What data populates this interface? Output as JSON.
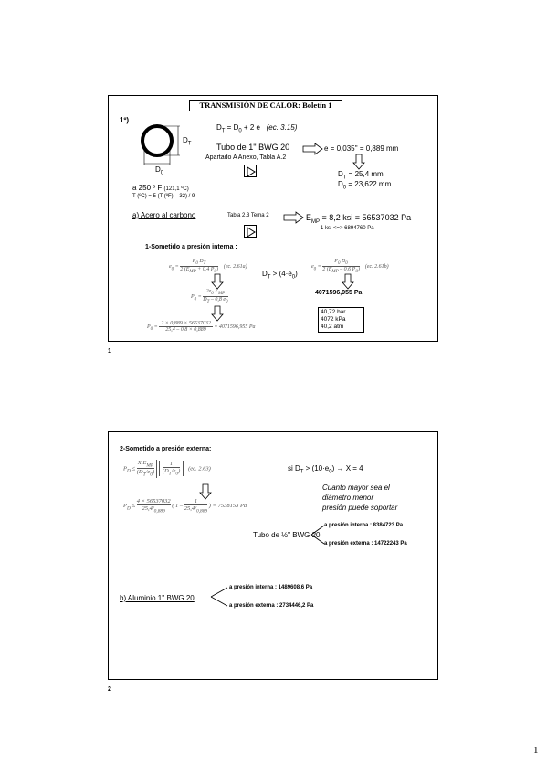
{
  "slide1": {
    "title": "TRANSMISIÓN DE CALOR: Boletín 1",
    "item": "1º)",
    "dt_label": "D",
    "dt_sub": "T",
    "d0_label": "D",
    "d0_sub": "0",
    "formula_dt": "D",
    "formula_dt_sub": "T",
    "formula_dt_mid": " = D",
    "formula_d0_sub": "0",
    "formula_dt_tail": " + 2 e",
    "formula_dt_ref": "(ec. 3.15)",
    "tube": "Tubo de 1'' BWG 20",
    "annex": "Apartado A Anexo, Tabla A.2",
    "thickness": "e = 0,035'' = 0,889 mm",
    "dt_value_pre": "D",
    "dt_value_sub": "T",
    "dt_value": " = 25,4 mm",
    "d0_value_pre": "D",
    "d0_value_sub": "0",
    "d0_value": " = 23,622 mm",
    "temperature_main": "a 250 º F",
    "temperature_c": "(121,1 ºC)",
    "conversion": "T (ºC) = 5 (T (ºF) – 32) / 9",
    "section_a": "a) Acero al carbono",
    "tabla": "Tabla 2.3 Tema 2",
    "emp_pre": "E",
    "emp_sub": "MP",
    "emp_value": " = 8,2 ksi  = 56537032 Pa",
    "ksi_conv": "1 ksi <=> 6894760 Pa",
    "internal": "1-Sometido a presión interna :",
    "eq1_lhs": "e",
    "eq1_lhs_sub": "0",
    "eq1_num": "P",
    "eq1_num_sub": "0",
    "eq1_num2": " D",
    "eq1_num2_sub": "T",
    "eq1_den": "2 (E",
    "eq1_den_sub": "MP",
    "eq1_den2": " + 0,4 P",
    "eq1_den2_sub": "0",
    "eq1_den3": ")",
    "eq1_ref": "(ec. 2.61a)",
    "eq2_lhs": "e",
    "eq2_lhs_sub": "0",
    "eq2_num": "P",
    "eq2_num_sub": "0",
    "eq2_num2": " D",
    "eq2_num2_sub": "0",
    "eq2_den": "2 (E",
    "eq2_den_sub": "MP",
    "eq2_den2": " – 0,6 P",
    "eq2_den2_sub": "0",
    "eq2_den3": ")",
    "eq2_ref": "(ec. 2.61b)",
    "condition_pre": "D",
    "condition_sub": "T",
    "condition": " > (4·e",
    "condition_sub2": "0",
    "condition_end": ")",
    "p0_formula_lhs": "P",
    "p0_formula_sub": "0",
    "p0_formula_num": "2e",
    "p0_formula_num_sub": "0",
    "p0_formula_num2": " E",
    "p0_formula_num2_sub": "MP",
    "p0_formula_den": "D",
    "p0_formula_den_sub": "T",
    "p0_formula_den2": " – 0,8 e",
    "p0_formula_den2_sub": "0",
    "p0_calc_lhs": "P",
    "p0_calc_sub": "0",
    "p0_calc_num": "2 × 0,889 × 56537032",
    "p0_calc_den": "25,4 – 0,8 × 0,889",
    "p0_calc_result": "= 4071596,955 Pa",
    "p0_right_value": "4071596,955 Pa",
    "results": [
      "40,72 bar",
      "4072 kPa",
      "40,2 atm"
    ],
    "page_number": "1"
  },
  "slide2": {
    "external": "2-Sometido a presión externa:",
    "eq_lhs": "P",
    "eq_lhs_sub": "D",
    "eq_num": "X E",
    "eq_num_sub": "MP",
    "eq_den": "(D",
    "eq_den_sub": "T",
    "eq_den2": "/e",
    "eq_den_sub2": "0",
    "eq_den3": ")",
    "eq_one": "1",
    "eq_ref": "(ec. 2.63)",
    "si_pre": "si D",
    "si_sub": "T",
    "si_mid": " > (10·e",
    "si_sub2": "0",
    "si_end": ") → X = 4",
    "calc_lhs": "P",
    "calc_lhs_sub": "D",
    "calc_num": "4 × 56537032",
    "calc_den": "25,4/",
    "calc_den_sub": "0,889",
    "calc_one": "1",
    "calc_den_b": "25,4/",
    "calc_den_b_sub": "0,889",
    "calc_result": "= 7538153 Pa",
    "quote": [
      "Cuanto mayor sea el",
      "diámetro menor",
      "presión puede soportar"
    ],
    "half_tube": "Tubo de ½'' BWG 20",
    "half_internal": "a presión interna : 8384723  Pa",
    "half_external": "a presión externa : 14722243  Pa",
    "section_b": "b) Aluminio 1'' BWG 20",
    "al_internal": "a presión interna : 1489608,6  Pa",
    "al_external": "a presión externa : 2734446,2  Pa",
    "page_number": "2"
  },
  "footer_page": "1",
  "colors": {
    "ink": "#000000",
    "faint": "#555555"
  }
}
